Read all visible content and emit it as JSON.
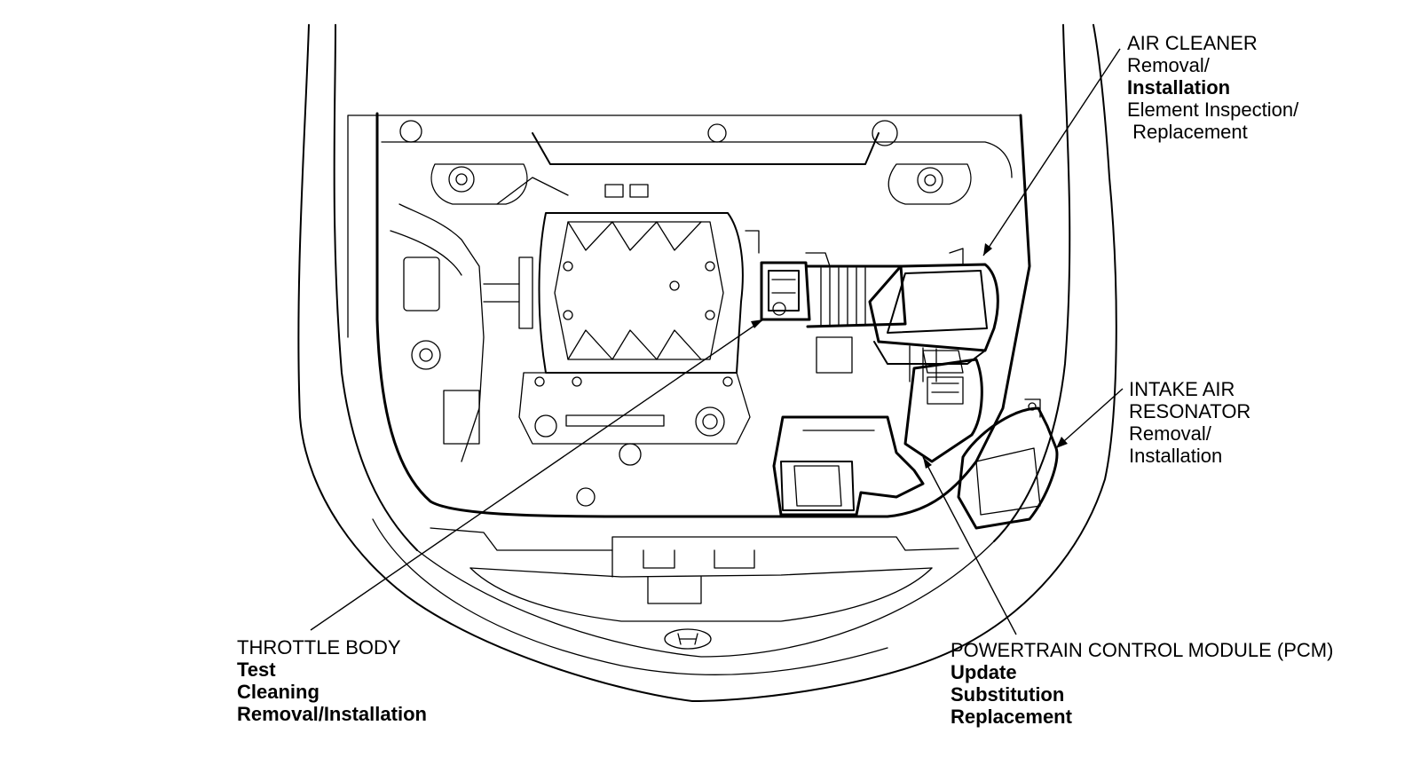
{
  "callouts": {
    "air_cleaner": {
      "title": "AIR CLEANER",
      "line1": "Removal/",
      "line2": "Installation",
      "line3": "Element Inspection/",
      "line4": " Replacement"
    },
    "intake_air_resonator": {
      "title1": "INTAKE AIR",
      "title2": "RESONATOR",
      "line1": "Removal/",
      "line2": "Installation"
    },
    "throttle_body": {
      "title": "THROTTLE BODY",
      "line1": "Test",
      "line2": "Cleaning",
      "line3": "Removal/Installation"
    },
    "pcm": {
      "title": "POWERTRAIN CONTROL MODULE (PCM)",
      "line1": "Update",
      "line2": "Substitution",
      "line3": "Replacement"
    }
  }
}
